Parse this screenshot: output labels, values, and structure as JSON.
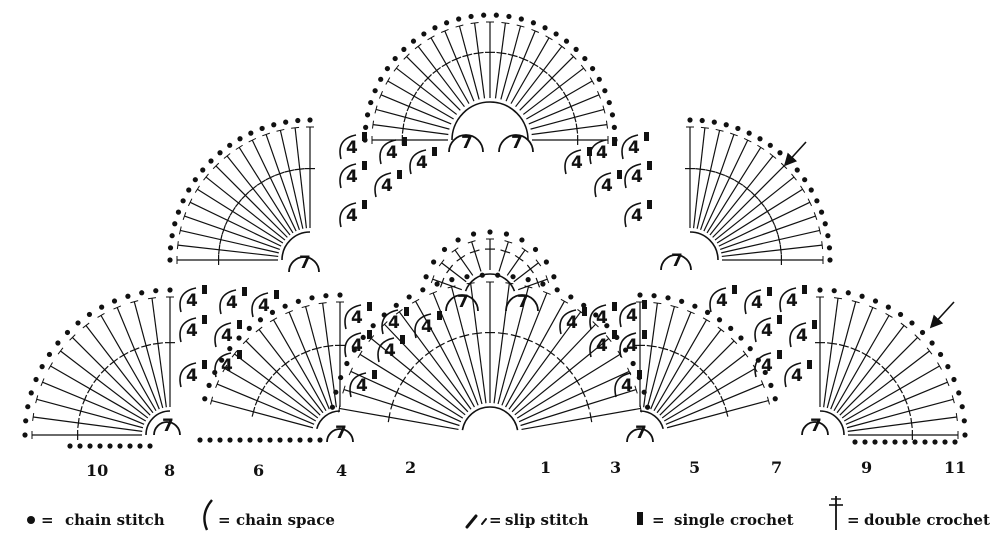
{
  "row_numbers": [
    "10",
    "8",
    "6",
    "4",
    "2",
    "1",
    "3",
    "5",
    "7",
    "9",
    "11"
  ],
  "chain_counts": {
    "ring_label": "7",
    "arch_label": "4"
  },
  "legend": [
    {
      "symbol": "chain-stitch-icon",
      "label": "chain stitch"
    },
    {
      "symbol": "chain-space-icon",
      "label": "chain space"
    },
    {
      "symbol": "slip-stitch-icon",
      "label": "slip stitch"
    },
    {
      "symbol": "single-crochet-icon",
      "label": "single crochet"
    },
    {
      "symbol": "double-crochet-icon",
      "label": "double crochet"
    }
  ],
  "colors": {
    "ink": "#111111",
    "background": "#ffffff"
  }
}
